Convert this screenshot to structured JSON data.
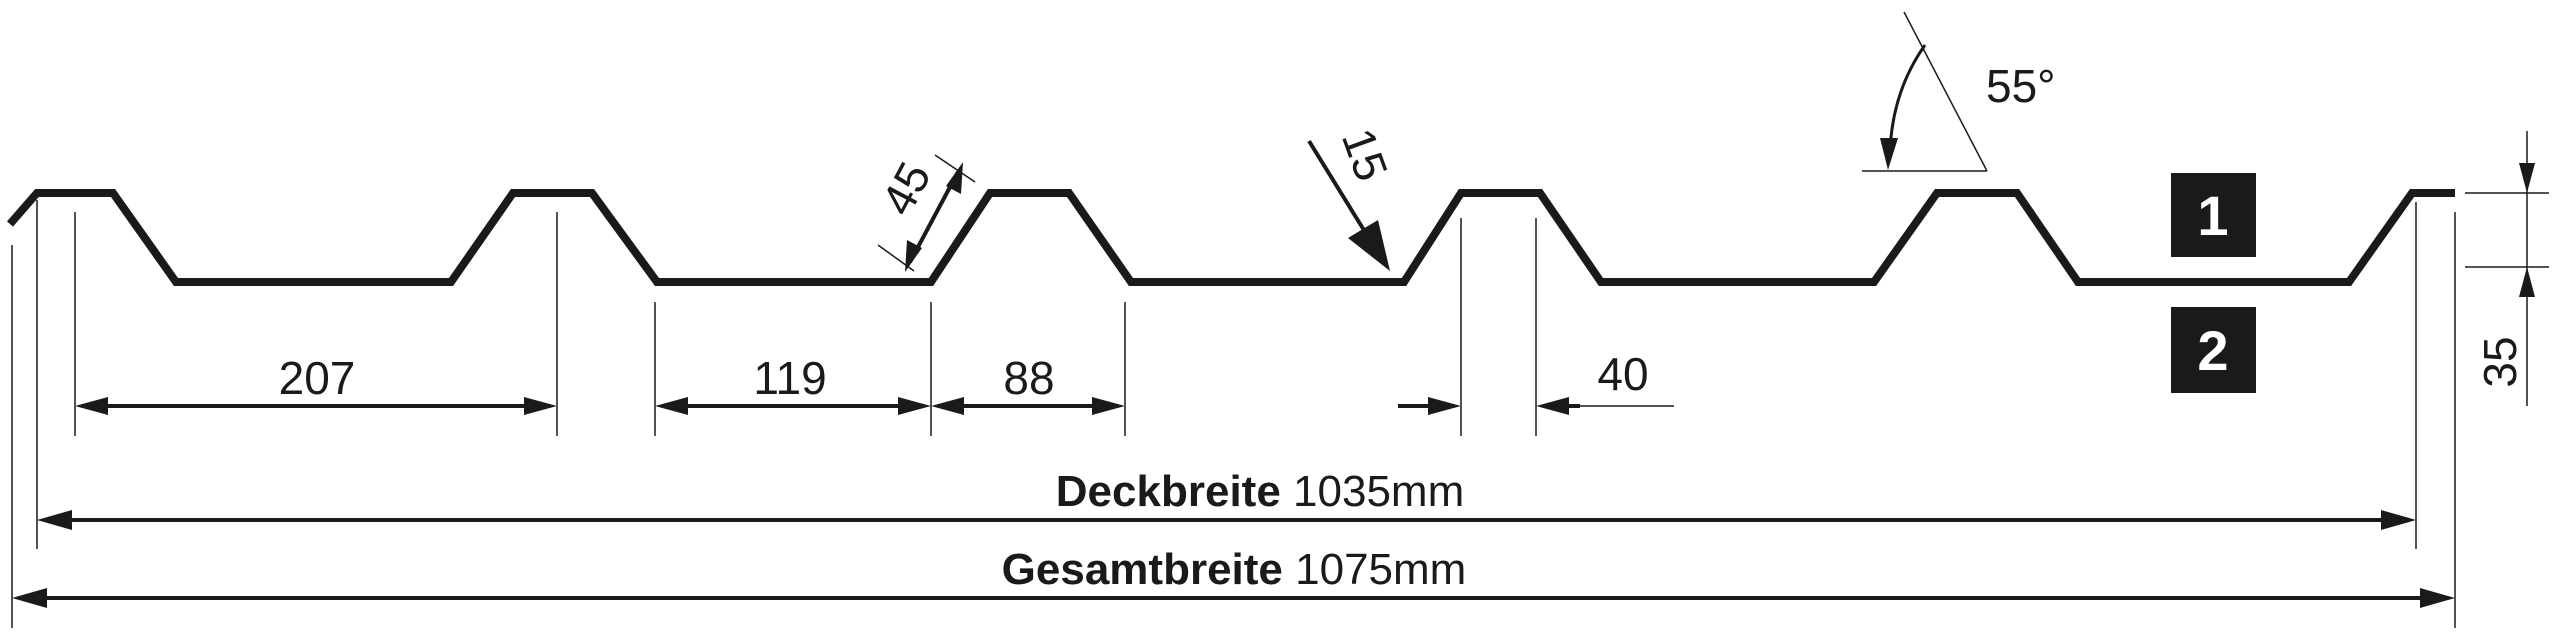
{
  "diagram": {
    "dimensions": {
      "rib_spacing": "207",
      "valley_width": "119",
      "rib_base_width": "88",
      "rib_top_width": "40",
      "flank_length": "45",
      "stiffener": "15",
      "angle": "55°",
      "height": "35"
    },
    "cover_width": {
      "label": "Deckbreite",
      "value": "1035mm"
    },
    "total_width": {
      "label": "Gesamtbreite",
      "value": "1075mm"
    },
    "markers": [
      "1",
      "2"
    ],
    "colors": {
      "ink": "#1a1a1a",
      "background": "#ffffff"
    }
  }
}
